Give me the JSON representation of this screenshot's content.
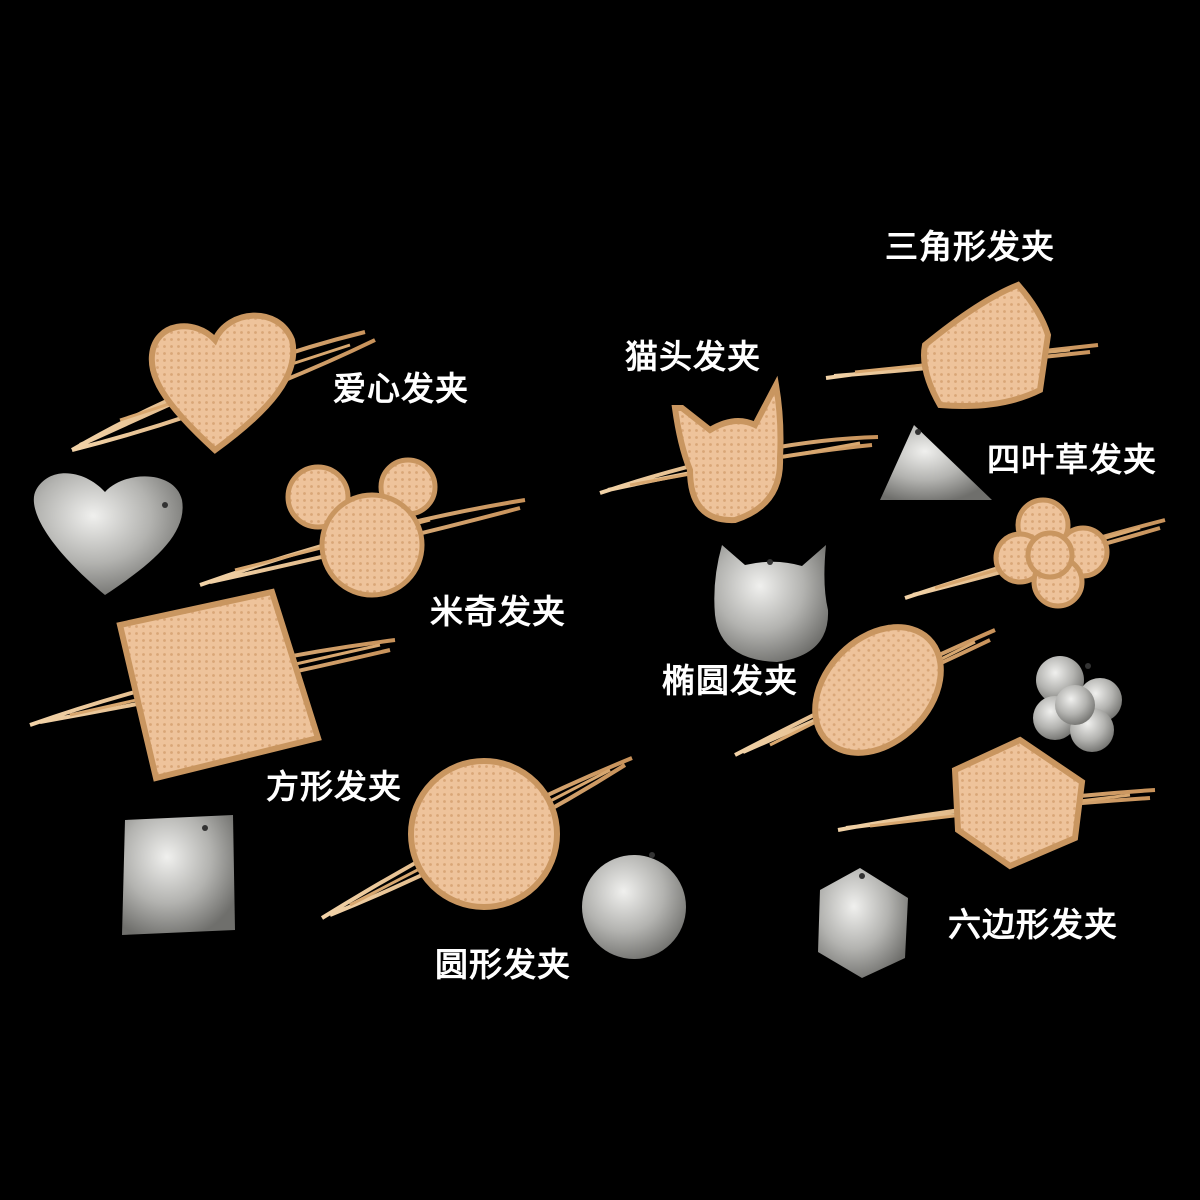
{
  "labels": {
    "heart": "爱心发夹",
    "mickey": "米奇发夹",
    "square": "方形发夹",
    "circle": "圆形发夹",
    "cat": "猫头发夹",
    "triangle": "三角形发夹",
    "clover": "四叶草发夹",
    "oval": "椭圆发夹",
    "hexagon": "六边形发夹"
  },
  "colors": {
    "background": "#000000",
    "gold_plate": "#e8b98c",
    "gold_rim": "#c99660",
    "silver_mold": "#b9b9b6",
    "label_text": "#ffffff"
  }
}
